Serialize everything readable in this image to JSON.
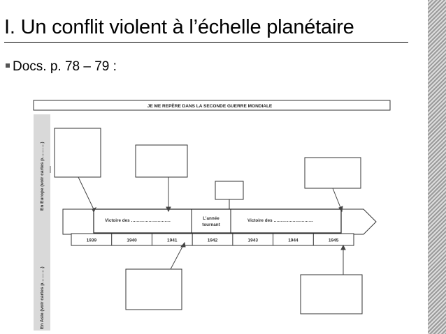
{
  "slide": {
    "title": "I. Un conflit violent à l’échelle planétaire",
    "bullet": "Docs. p. 78 – 79 :"
  },
  "worksheet": {
    "header": "JE ME REPÈRE DANS LA SECONDE GUERRE MONDIALE",
    "side_label_europe": "En Europe (voir cartes p……….)",
    "side_label_asia": "En Asie (voir cartes p……….)",
    "victory_left": "Victoire des ………………………",
    "turning_line1": "L’année",
    "turning_line2": "tournant",
    "victory_right": "Victoire des ………………………",
    "years": [
      "1939",
      "1940",
      "1941",
      "1942",
      "1943",
      "1944",
      "1945"
    ]
  }
}
